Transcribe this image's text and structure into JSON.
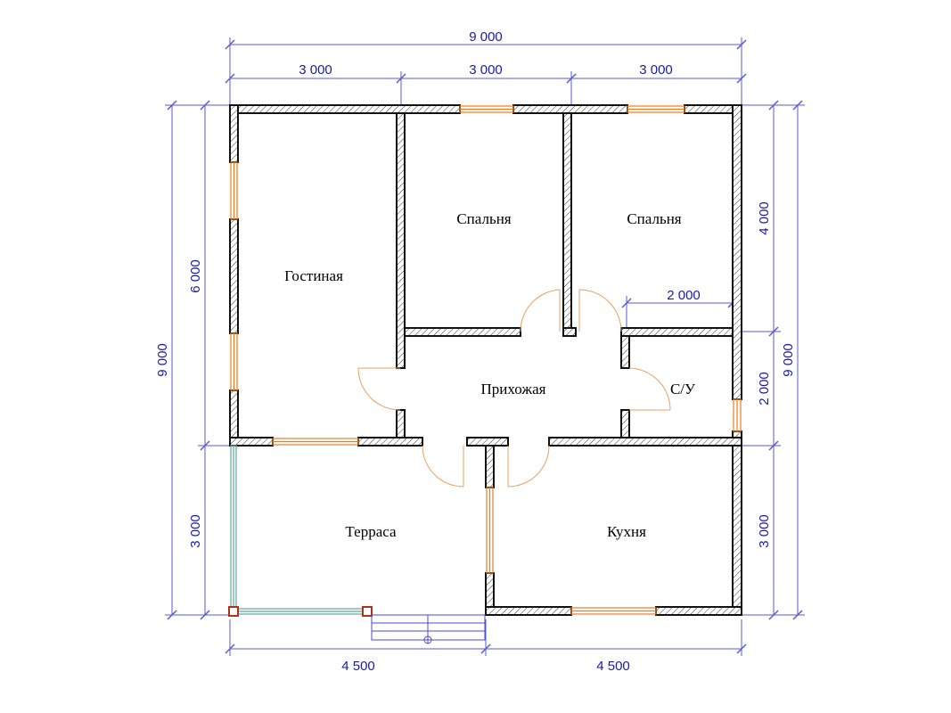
{
  "colors": {
    "dimension": "#1a1aa6",
    "dimension_line": "#5a5ad0",
    "wall_stroke": "#111111",
    "window": "#f07a1a",
    "terrace_rail": "#5aa89a",
    "post": "#b03020",
    "door_arc": "#e8a060"
  },
  "dimensions": {
    "top_total": "9 000",
    "top_1": "3 000",
    "top_2": "3 000",
    "top_3": "3 000",
    "bottom_1": "4 500",
    "bottom_2": "4 500",
    "left_total": "9 000",
    "left_upper": "6 000",
    "left_lower": "3 000",
    "right_total": "9 000",
    "right_1": "4 000",
    "right_2": "2 000",
    "right_3": "3 000",
    "inner_wc_width": "2 000"
  },
  "rooms": {
    "living": "Гостиная",
    "bedroom_1": "Спальня",
    "bedroom_2": "Спальня",
    "hall": "Прихожая",
    "bathroom": "С/У",
    "terrace": "Терраса",
    "kitchen": "Кухня"
  }
}
